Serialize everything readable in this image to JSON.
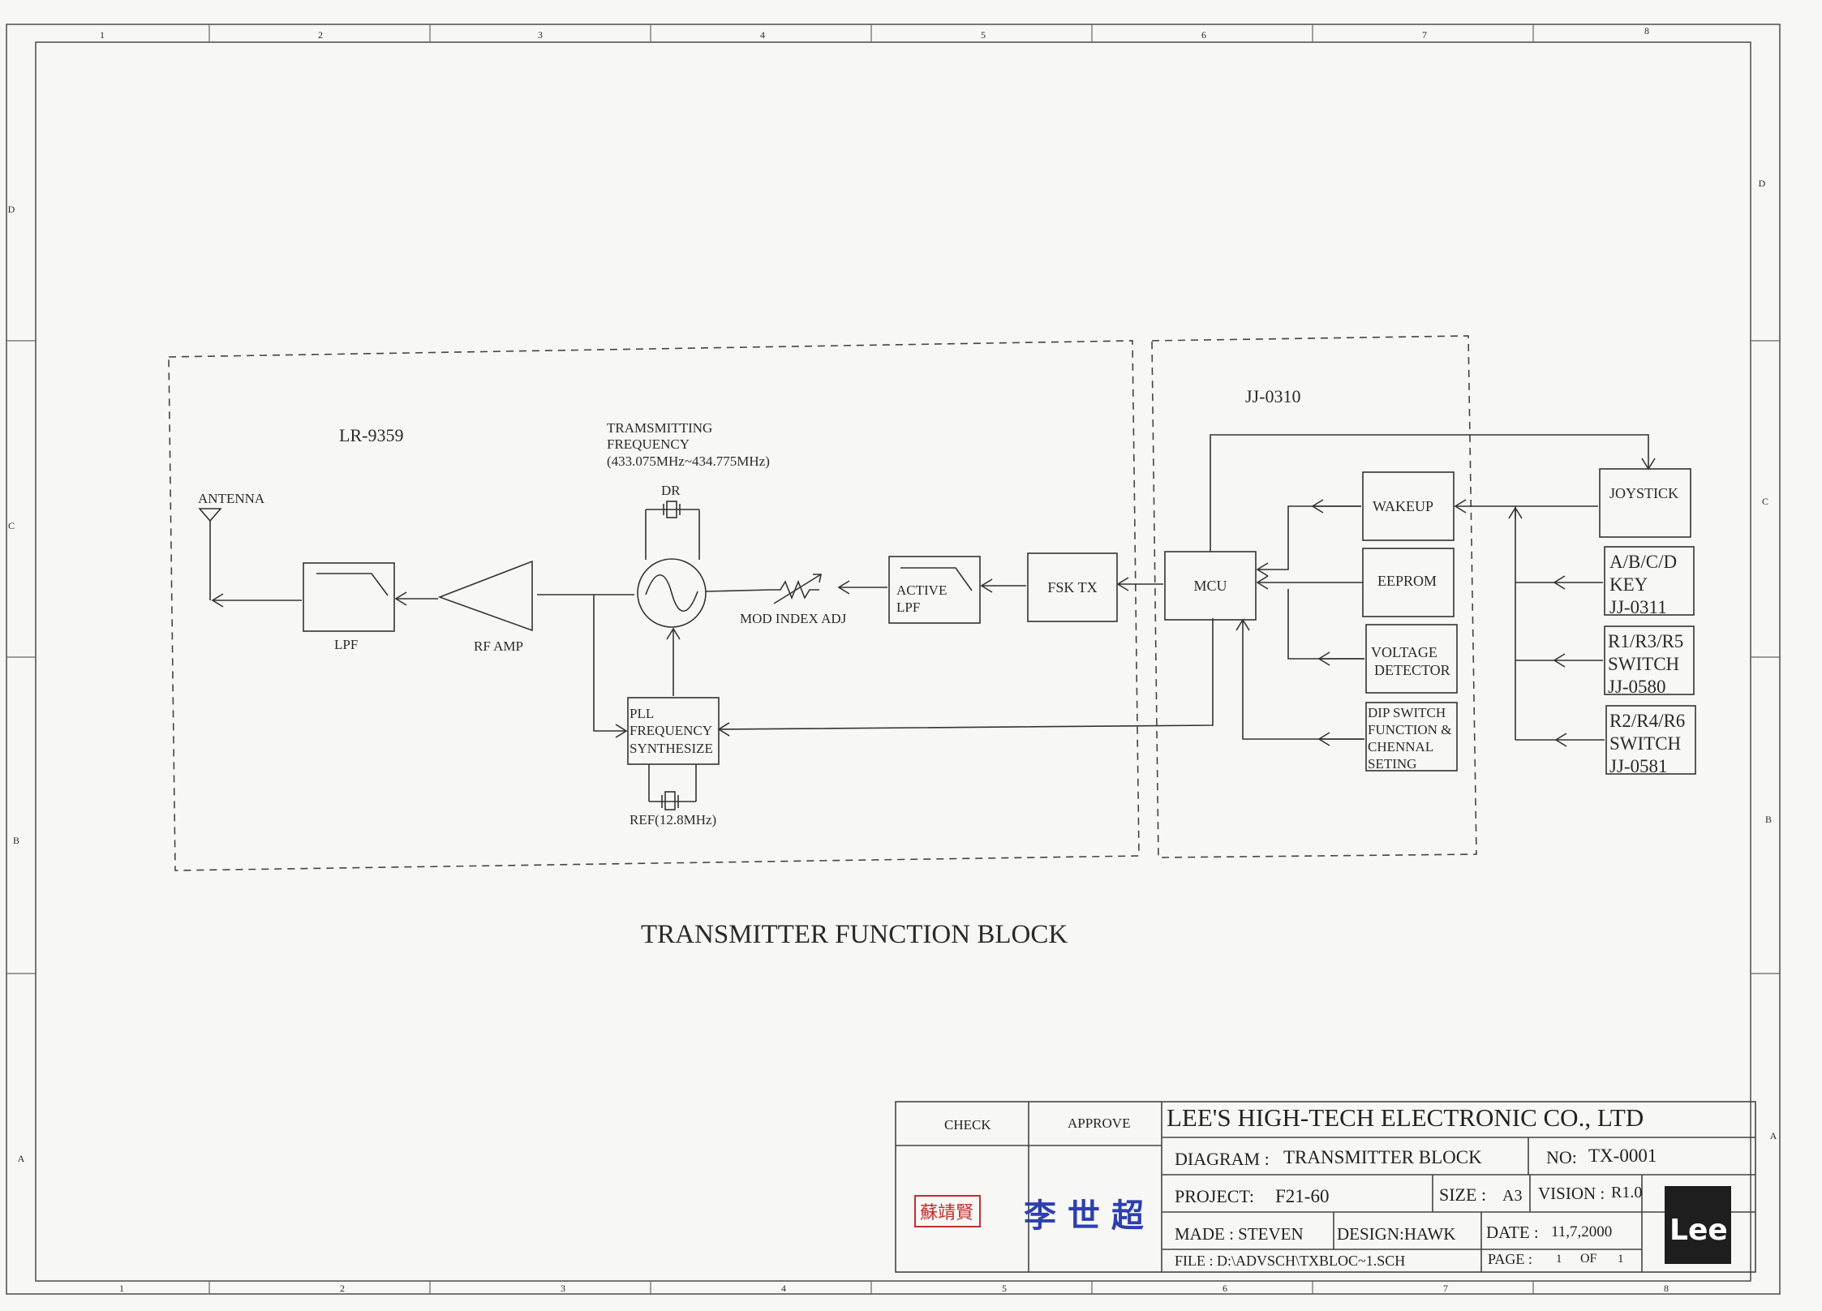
{
  "frame": {
    "top_cols": [
      "1",
      "2",
      "3",
      "4",
      "5",
      "6",
      "7",
      "8"
    ],
    "bottom_cols": [
      "1",
      "2",
      "3",
      "4",
      "5",
      "6",
      "7",
      "8"
    ],
    "left_rows": [
      "D",
      "C",
      "B",
      "A"
    ],
    "right_rows": [
      "D",
      "C",
      "B",
      "A"
    ]
  },
  "groups": {
    "left": "LR-9359",
    "right": "JJ-0310"
  },
  "blocks": {
    "antenna": "ANTENNA",
    "lpf": "LPF",
    "rf_amp": "RF AMP",
    "tx_freq_line1": "TRAMSMITTING",
    "tx_freq_line2": "FREQUENCY",
    "tx_freq_line3": "(433.075MHz~434.775MHz)",
    "dr": "DR",
    "mod_index": "MOD INDEX ADJ",
    "active_lpf_1": "ACTIVE",
    "active_lpf_2": "LPF",
    "fsk_tx": "FSK TX",
    "pll_1": "PLL",
    "pll_2": "FREQUENCY",
    "pll_3": "SYNTHESIZE",
    "ref": "REF(12.8MHz)",
    "mcu": "MCU",
    "wakeup": "WAKEUP",
    "eeprom": "EEPROM",
    "volt_1": "VOLTAGE",
    "volt_2": "DETECTOR",
    "dip_1": "DIP SWITCH",
    "dip_2": "FUNCTION &",
    "dip_3": "CHENNAL",
    "dip_4": "SETING",
    "joystick": "JOYSTICK",
    "key_1": "A/B/C/D",
    "key_2": "KEY",
    "key_3": "JJ-0311",
    "sw1_1": "R1/R3/R5",
    "sw1_2": "SWITCH",
    "sw1_3": "JJ-0580",
    "sw2_1": "R2/R4/R6",
    "sw2_2": "SWITCH",
    "sw2_3": "JJ-0581"
  },
  "title": "TRANSMITTER FUNCTION BLOCK",
  "title_block": {
    "check": "CHECK",
    "approve": "APPROVE",
    "company": "LEE'S HIGH-TECH ELECTRONIC CO., LTD",
    "diagram_label": "DIAGRAM :",
    "diagram_value": "TRANSMITTER BLOCK",
    "no_label": "NO:",
    "no_value": "TX-0001",
    "project_label": "PROJECT:",
    "project_value": "F21-60",
    "size_label": "SIZE :",
    "size_value": "A3",
    "vision_label": "VISION :",
    "vision_value": "R1.0",
    "made": "MADE : STEVEN",
    "design": "DESIGN:HAWK",
    "date_label": "DATE :",
    "date_value": "11,7,2000",
    "file": "FILE : D:\\ADVSCH\\TXBLOC~1.SCH",
    "page_label": "PAGE :",
    "page_value": "1",
    "of_label": "OF",
    "page_total": "1",
    "stamp": "蘇靖賢",
    "signature": "李 世 超",
    "logo": "Lee"
  }
}
